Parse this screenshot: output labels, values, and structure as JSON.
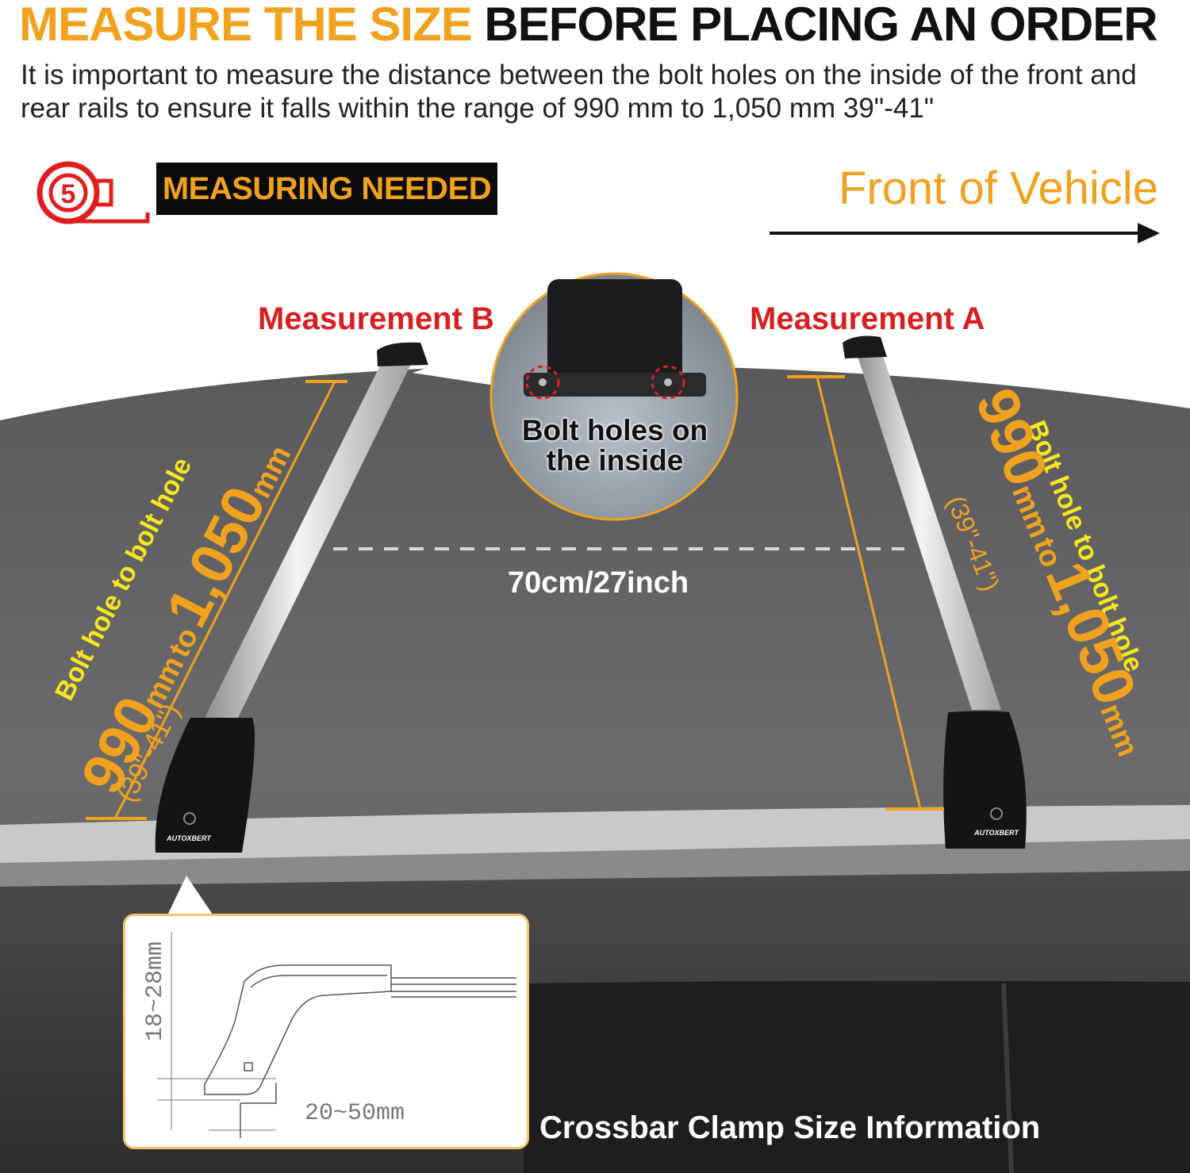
{
  "header": {
    "title_accent": "MEASURE THE SIZE",
    "title_rest": "BEFORE PLACING AN ORDER",
    "subtitle": "It is important to measure the distance between the bolt holes on the inside of the front and rear rails to ensure it falls within the range of 990 mm to 1,050 mm  39\"-41\""
  },
  "badge": {
    "icon_number": "5",
    "label": "MEASURING NEEDED"
  },
  "direction": {
    "label": "Front of Vehicle"
  },
  "labels": {
    "measurement_b": "Measurement B",
    "measurement_a": "Measurement A",
    "bolt_holes": "Bolt holes on the inside",
    "crossbar_gap": "70cm/27inch"
  },
  "left_dimension": {
    "caption": "Bolt hole to bolt hole",
    "min": "990",
    "mm1": "mm",
    "to": "to",
    "max": "1,050",
    "mm2": "mm",
    "inches": "(39\"-41\")"
  },
  "right_dimension": {
    "caption": "Bolt hole to bolt hole",
    "min": "990",
    "mm1": "mm",
    "to": "to",
    "max": "1,050",
    "mm2": "mm",
    "inches": "(39\"-41\")"
  },
  "brand": "AUTOXBERT",
  "clamp": {
    "title": "Crossbar Clamp Size Information",
    "height_range": "18~28mm",
    "width_range": "20~50mm"
  },
  "colors": {
    "accent": "#f0a21e",
    "yellow": "#f5e61e",
    "red": "#d81f1f",
    "dark": "#111111"
  }
}
